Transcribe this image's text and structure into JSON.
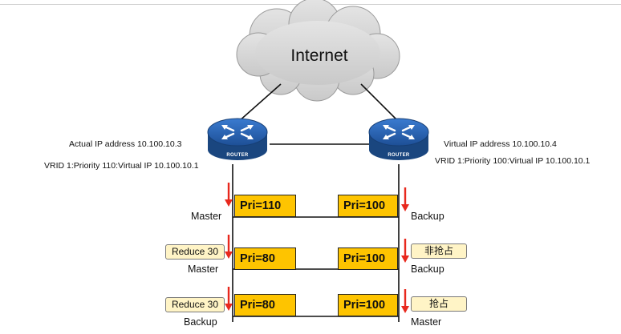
{
  "cloud": {
    "label": "Internet"
  },
  "routers": {
    "left": {
      "label": "ROUTER",
      "actual_ip": "Actual IP address 10.100.10.3",
      "vrid": "VRID 1:Priority 110:Virtual IP  10.100.10.1"
    },
    "right": {
      "label": "ROUTER",
      "virtual_ip": "Virtual IP address 10.100.10.4",
      "vrid": "VRID 1:Priority 100:Virtual IP  10.100.10.1"
    }
  },
  "rows": [
    {
      "left_pri": "Pri=110",
      "right_pri": "Pri=100",
      "left_state": "Master",
      "right_state": "Backup",
      "left_tag": "",
      "right_tag": ""
    },
    {
      "left_pri": "Pri=80",
      "right_pri": "Pri=100",
      "left_state": "Master",
      "right_state": "Backup",
      "left_tag": "Reduce 30",
      "right_tag": "非抢占"
    },
    {
      "left_pri": "Pri=80",
      "right_pri": "Pri=100",
      "left_state": "Backup",
      "right_state": "Master",
      "left_tag": "Reduce 30",
      "right_tag": "抢占"
    }
  ],
  "colors": {
    "priority_box": "#fec400",
    "arrow": "#e8281d",
    "router": "#1f5aa8",
    "cloud": "#d3d3d3",
    "tag_fill": "#fff4c6"
  }
}
